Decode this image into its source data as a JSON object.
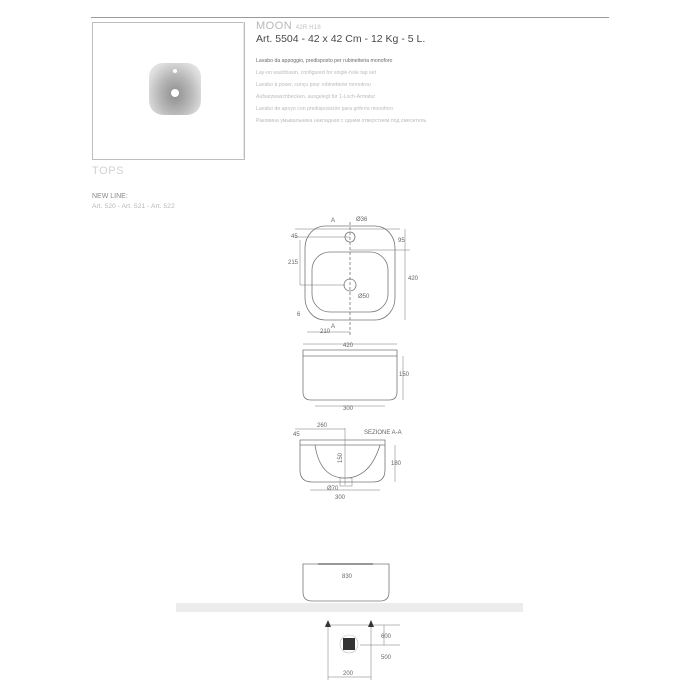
{
  "header": {
    "model_name": "MOON",
    "model_code": "42R H18",
    "article_line": "Art. 5504 - 42 x 42 Cm - 12 Kg - 5 L."
  },
  "descriptions": [
    "Lavabo da appoggio, predisposto per rubinetteria monoforo",
    "Lay-on washbasin, configured for single-hole tap set",
    "Lavabo à poser, conçu pour robinetterie monotrou",
    "Aufsatzwaschbecken, ausgelegt für 1-Loch-Armatur",
    "Lavabo de apoyo con predisposición para grifería monoforo",
    "Раковина умывальника накладная с одним отверстием под смеситель"
  ],
  "side": {
    "section_title": "TOPS",
    "new_line_label": "NEW LINE:",
    "new_line_articles": "Art. 520 - Art. 521 - Art. 522"
  },
  "drawings": {
    "top_view": {
      "tap_hole": "Ø36",
      "drain": "Ø50",
      "section_marker": "A",
      "dim_45": "45",
      "dim_95": "95",
      "dim_215": "215",
      "dim_420": "420",
      "dim_6": "6",
      "dim_210": "210"
    },
    "front_view": {
      "width": "420",
      "height": "150",
      "base": "300"
    },
    "section_view": {
      "title": "SEZIONE A-A",
      "dim_260": "260",
      "dim_45": "45",
      "depth": "150",
      "height": "180",
      "drain": "Ø70",
      "base": "300"
    },
    "mount_view": {
      "height": "830"
    },
    "plan_view": {
      "dim_600": "600",
      "dim_500": "500",
      "dim_200": "200"
    }
  },
  "colors": {
    "line": "#777777",
    "text_dark": "#4a4a4a",
    "text_light": "#bbbbbb",
    "shelf": "#ececec"
  }
}
